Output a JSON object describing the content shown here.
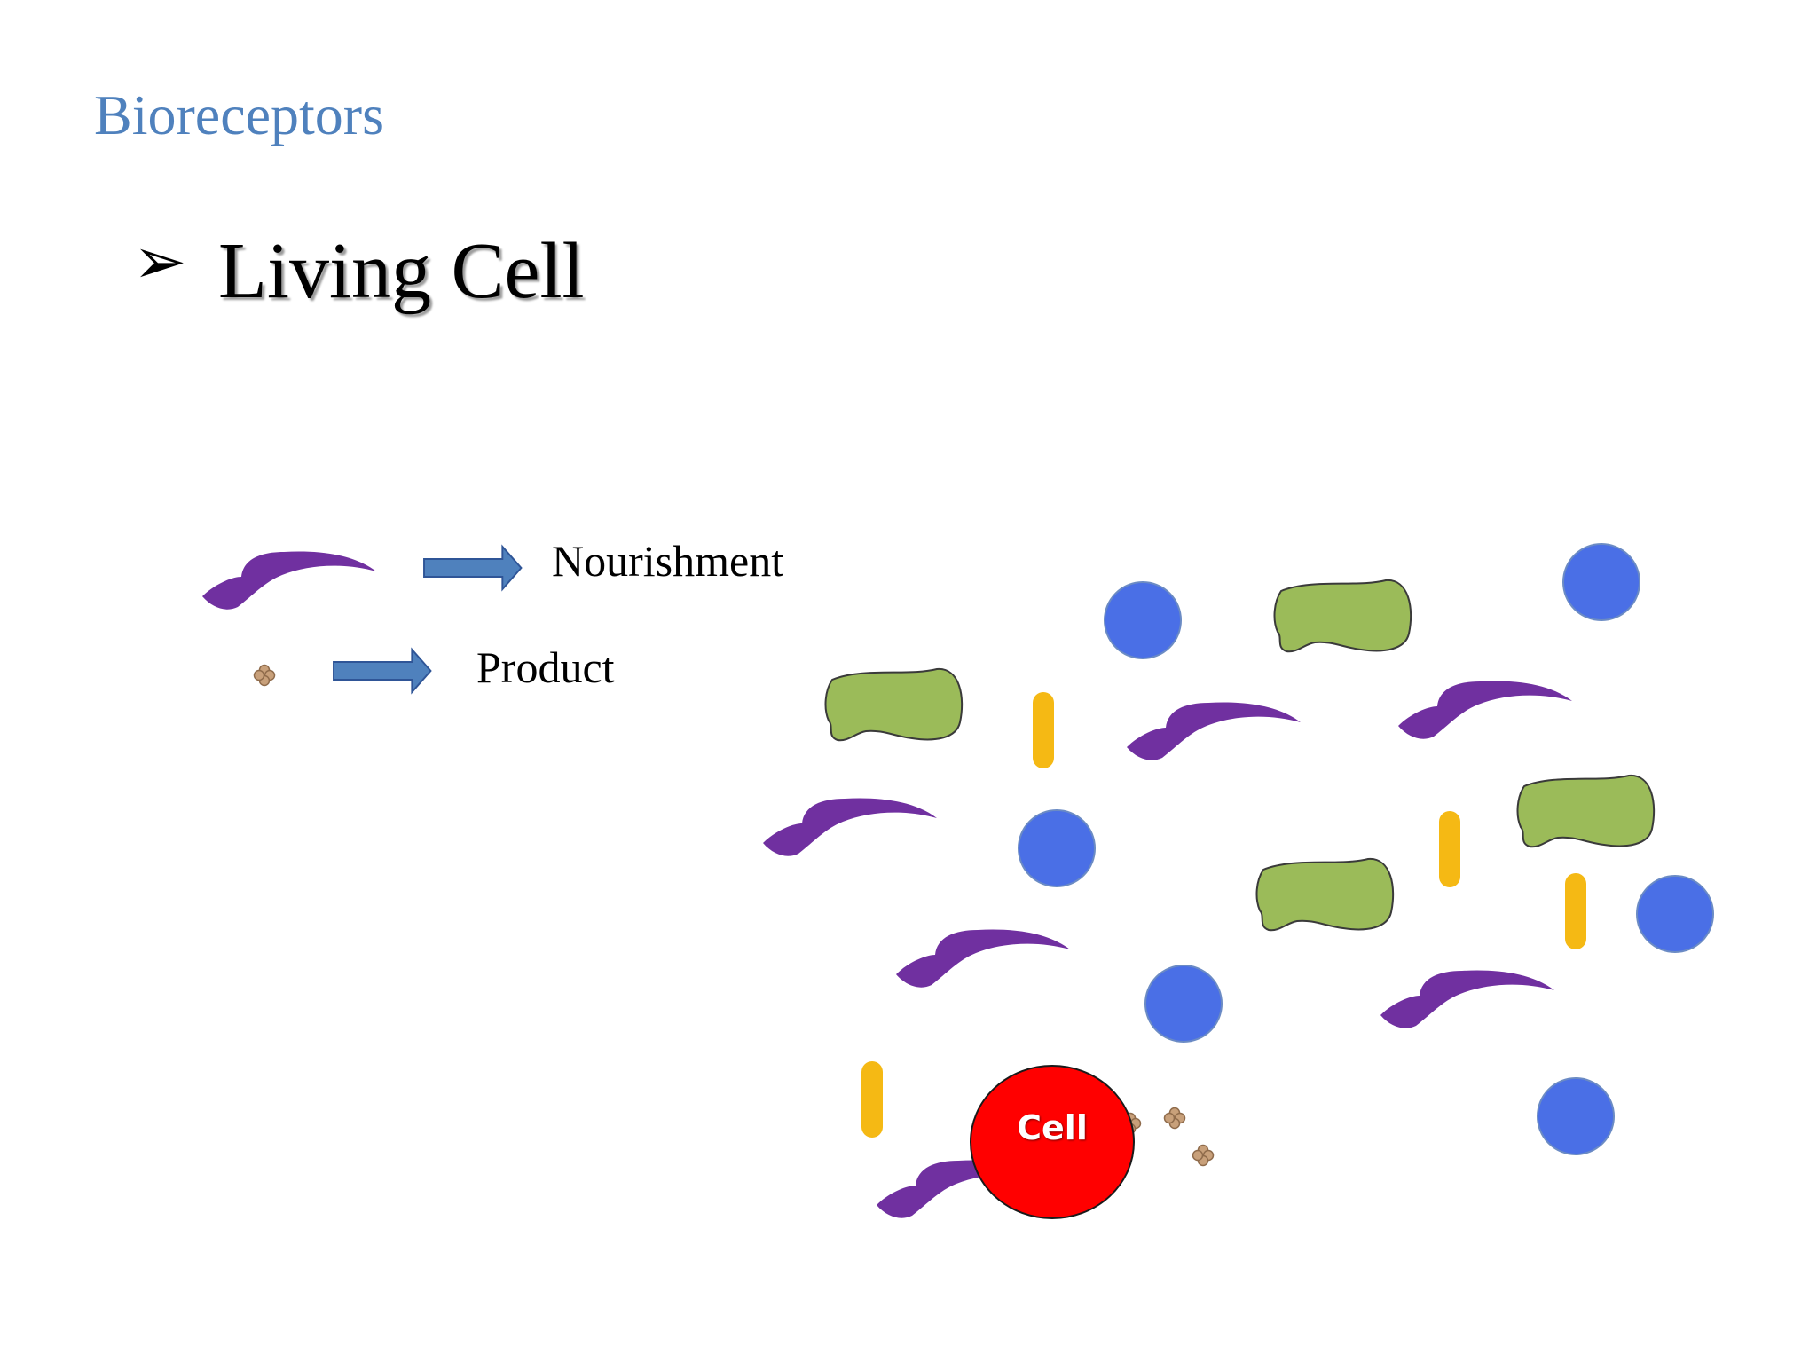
{
  "slide": {
    "title": "Bioreceptors",
    "bullet": "Living Cell"
  },
  "legend": [
    {
      "symbol": "purple-squiggle",
      "label": "Nourishment"
    },
    {
      "symbol": "product-particle",
      "label": "Product"
    }
  ],
  "diagram": {
    "cell_label": "Cell",
    "colors": {
      "nourishment": "#7030a0",
      "product": "#c8a07a",
      "blue_molecule": "#4a6fe6",
      "green_molecule": "#9bbb59",
      "yellow_rod": "#f5b914",
      "cell": "#ff0000",
      "arrow": "#4f81bd"
    }
  }
}
